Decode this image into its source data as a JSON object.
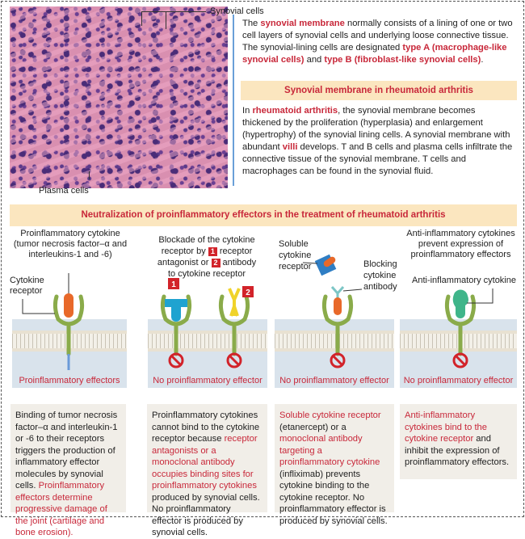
{
  "photo": {
    "labels": {
      "synovial_cells": "Synovial cells",
      "plasma_cells": "Plasma cells"
    }
  },
  "intro": {
    "p1": "The ",
    "t1": "synovial membrane",
    "p2": " normally consists of a lining of one or two cell layers of synovial cells and underlying loose connective tissue. The synovial-lining cells are designated ",
    "t2": "type A (macrophage-like synovial cells)",
    "p3": " and ",
    "t3": "type B (fibroblast-like synovial cells)",
    "p4": "."
  },
  "ra": {
    "header": "Synovial membrane in rheumatoid arthritis",
    "p1": "In ",
    "t1": "rheumatoid arthritis",
    "p2": ", the synovial membrane becomes thickened by the proliferation (hyperplasia) and enlargement (hypertrophy) of the synovial lining cells.  A synovial membrane with abundant ",
    "t2": "villi",
    "p3": " develops. T and B cells and plasma cells infiltrate the connective tissue of the synovial membrane. T cells and macrophages can be found in the synovial fluid."
  },
  "treatment": {
    "header": "Neutralization of proinflammatory effectors in the treatment of rheumatoid arthritis"
  },
  "col1": {
    "title": "Proinflammatory cytokine (tumor necrosis factor–α and interleukins-1 and -6)",
    "receptor_label": "Cytokine receptor",
    "effect": "Proinflammatory effectors",
    "p1": "Binding of tumor necrosis factor–α and interleukin-1 or -6 to their receptors triggers the production of inflammatory effector molecules by synovial cells. ",
    "t1": "Proinflammatory effectors determine progressive damage of the joint (cartilage and bone erosion)."
  },
  "col2": {
    "title_a": "Blockade of the cytokine receptor by ",
    "n1": "1",
    "title_b": " receptor antagonist or ",
    "n2": "2",
    "title_c": " antibody to cytokine receptor",
    "effect": "No proinflammatory effector",
    "p1": "Proinflammatory cytokines cannot bind to the cytokine receptor because ",
    "t1": "receptor antagonists or a monoclonal antibody occupies binding sites for proinflammatory cytokines",
    "p2": " produced by synovial cells. No proinflammatory effector is produced by synovial cells."
  },
  "col3": {
    "soluble_label": "Soluble cytokine receptor",
    "antibody_label": "Blocking cytokine antibody",
    "effect": "No proinflammatory effector",
    "t1": "Soluble cytokine receptor",
    "p1": " (etanercept) or a ",
    "t2": "monoclonal antibody targeting a proinflammatory cytokine",
    "p2": " (infliximab) prevents cytokine binding to the cytokine receptor.  No proinflammatory effector is produced by synovial cells."
  },
  "col4": {
    "title": "Anti-inflammatory cytokines prevent expression of proinflammatory effectors",
    "cytokine_label": "Anti-inflammatory cytokine",
    "effect": "No proinflammatory effector",
    "t1": "Anti-inflammatory cytokines bind to the cytokine receptor",
    "p1": " and inhibit the expression of proinflammatory effectors."
  }
}
